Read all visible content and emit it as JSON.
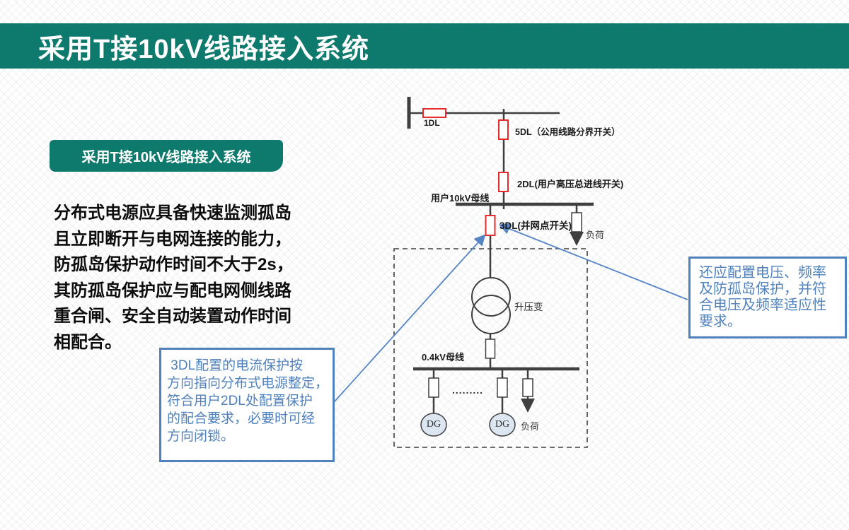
{
  "header": {
    "title": "采用T接10kV线路接入系统"
  },
  "section_label": {
    "text": "采用T接10kV线路接入系统"
  },
  "body": {
    "text": "分布式电源应具备快速监测孤岛\n且立即断开与电网连接的能力，\n防孤岛保护动作时间不大于2s，\n其防孤岛保护应与配电网侧线路\n重合闸、安全自动装置动作时间\n相配合。"
  },
  "diagram": {
    "labels": {
      "breaker_1dl": "1DL",
      "breaker_5dl": "5DL（公用线路分界开关）",
      "breaker_2dl": "2DL(用户高压总进线开关)",
      "bus_10kv": "用户10kV母线",
      "breaker_3dl": "3DL(并网点开关)",
      "load_upper": "负荷",
      "transformer": "升压变",
      "bus_04kv": "0.4kV母线",
      "dots": ".........",
      "dg1": "DG",
      "dg2": "DG",
      "load_lower": "负荷"
    }
  },
  "callouts": {
    "left": {
      "text": " 3DL配置的电流保护按\n方向指向分布式电源整定，\n符合用户2DL处配置保护\n的配合要求，必要时可经\n方向闭锁。"
    },
    "right": {
      "text": "还应配置电压、频率\n及防孤岛保护，并符\n合电压及频率适应性\n要求。"
    }
  },
  "colors": {
    "teal_accent": "#0e7a6e",
    "callout_blue": "#4f81bd",
    "arrow_blue": "#5585c5",
    "breaker_red": "#ea2a2a",
    "diagram_line": "#3f3f3f",
    "dg_fill": "#dce6f1"
  }
}
